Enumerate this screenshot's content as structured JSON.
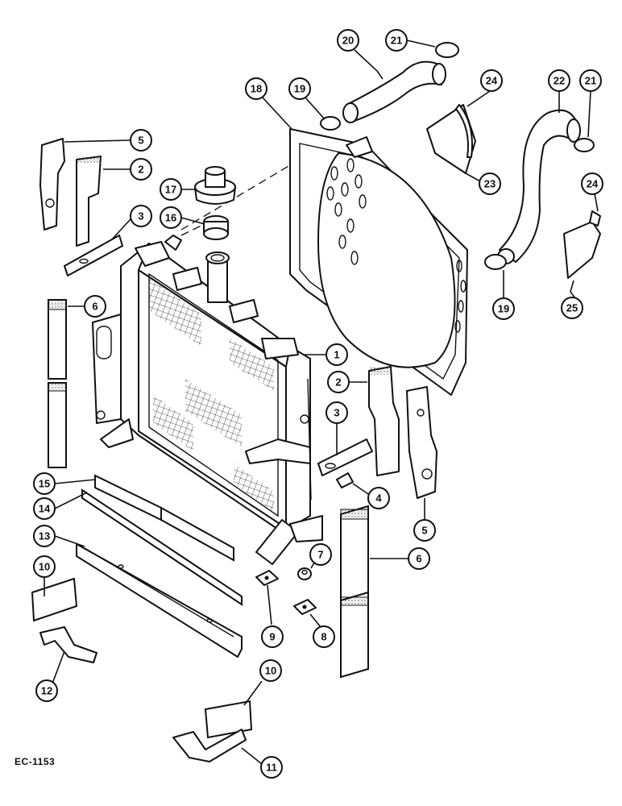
{
  "diagram_code": "EC-1153",
  "callouts": [
    {
      "id": "callout-1",
      "label": "1"
    },
    {
      "id": "callout-2a",
      "label": "2"
    },
    {
      "id": "callout-2b",
      "label": "2"
    },
    {
      "id": "callout-3a",
      "label": "3"
    },
    {
      "id": "callout-3b",
      "label": "3"
    },
    {
      "id": "callout-4",
      "label": "4"
    },
    {
      "id": "callout-5a",
      "label": "5"
    },
    {
      "id": "callout-5b",
      "label": "5"
    },
    {
      "id": "callout-6a",
      "label": "6"
    },
    {
      "id": "callout-6b",
      "label": "6"
    },
    {
      "id": "callout-7",
      "label": "7"
    },
    {
      "id": "callout-8",
      "label": "8"
    },
    {
      "id": "callout-9",
      "label": "9"
    },
    {
      "id": "callout-10a",
      "label": "10"
    },
    {
      "id": "callout-10b",
      "label": "10"
    },
    {
      "id": "callout-11",
      "label": "11"
    },
    {
      "id": "callout-12",
      "label": "12"
    },
    {
      "id": "callout-13",
      "label": "13"
    },
    {
      "id": "callout-14",
      "label": "14"
    },
    {
      "id": "callout-15",
      "label": "15"
    },
    {
      "id": "callout-16",
      "label": "16"
    },
    {
      "id": "callout-17",
      "label": "17"
    },
    {
      "id": "callout-18",
      "label": "18"
    },
    {
      "id": "callout-19a",
      "label": "19"
    },
    {
      "id": "callout-19b",
      "label": "19"
    },
    {
      "id": "callout-20",
      "label": "20"
    },
    {
      "id": "callout-21a",
      "label": "21"
    },
    {
      "id": "callout-21b",
      "label": "21"
    },
    {
      "id": "callout-22",
      "label": "22"
    },
    {
      "id": "callout-23",
      "label": "23"
    },
    {
      "id": "callout-24a",
      "label": "24"
    },
    {
      "id": "callout-24b",
      "label": "24"
    },
    {
      "id": "callout-25",
      "label": "25"
    }
  ]
}
